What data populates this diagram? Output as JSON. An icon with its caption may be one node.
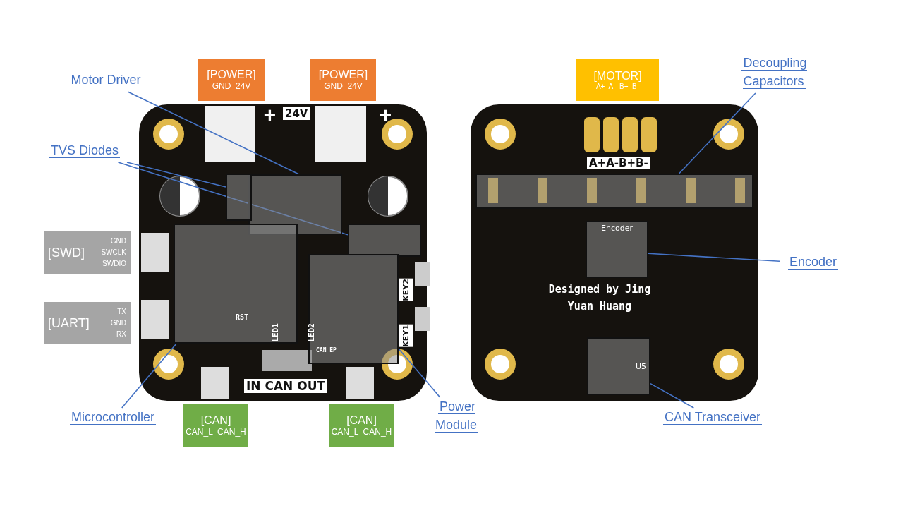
{
  "diagram": {
    "nodes": [
      {
        "text": [
          "Motor Driver"
        ]
      },
      {
        "text": [],
        "shape": "box"
      },
      {
        "text": [
          "TVS Diodes"
        ]
      },
      {
        "text": [],
        "shape": "box"
      },
      {
        "text": [],
        "shape": "box"
      },
      {
        "text": [
          "Microcontroller"
        ]
      },
      {
        "text": [],
        "shape": "box"
      },
      {
        "text": [
          "Power Module"
        ]
      },
      {
        "text": [],
        "shape": "box"
      },
      {
        "text": [
          "Decoupling Capacitors"
        ]
      },
      {
        "text": [],
        "shape": "box"
      },
      {
        "text": [
          "Encoder"
        ]
      },
      {
        "text": [
          "Encoder"
        ]
      },
      {
        "text": [
          "CAN Transceiver"
        ]
      },
      {
        "text": [
          "U5"
        ]
      },
      {
        "text": [
          "[POWER]",
          "GND  24V"
        ]
      },
      {
        "text": [
          "[POWER]",
          "GND  24V"
        ]
      },
      {
        "text": [
          "[MOTOR]",
          "A+  A-  B+  B-"
        ]
      },
      {
        "text": [
          "[SWD]",
          "GND",
          "SWCLK",
          "SWDIO"
        ]
      },
      {
        "text": [
          "[UART]",
          "TX",
          "GND",
          "RX"
        ]
      },
      {
        "text": [
          "[CAN]",
          "CAN_L  CAN_H"
        ]
      },
      {
        "text": [
          "[CAN]",
          "CAN_L  CAN_H"
        ]
      }
    ],
    "edges": [
      {
        "from": 0,
        "to": 1,
        "arrow": "none"
      },
      {
        "from": 2,
        "to": 3,
        "arrow": "none"
      },
      {
        "from": 2,
        "to": 4,
        "arrow": "none"
      },
      {
        "from": 5,
        "to": 6,
        "arrow": "none"
      },
      {
        "from": 7,
        "to": 8,
        "arrow": "none"
      },
      {
        "from": 9,
        "to": 10,
        "arrow": "none"
      },
      {
        "from": 11,
        "to": 12,
        "arrow": "none"
      },
      {
        "from": 13,
        "to": 14,
        "arrow": "none"
      }
    ],
    "labels": [
      "+",
      "24V",
      "+",
      "RST",
      "LED1",
      "LED2",
      "KEY2",
      "KEY1",
      "CAN_EP",
      "IN  CAN  OUT",
      "A+A-B+B-",
      "Designed by Jing Yuan Huang"
    ]
  }
}
